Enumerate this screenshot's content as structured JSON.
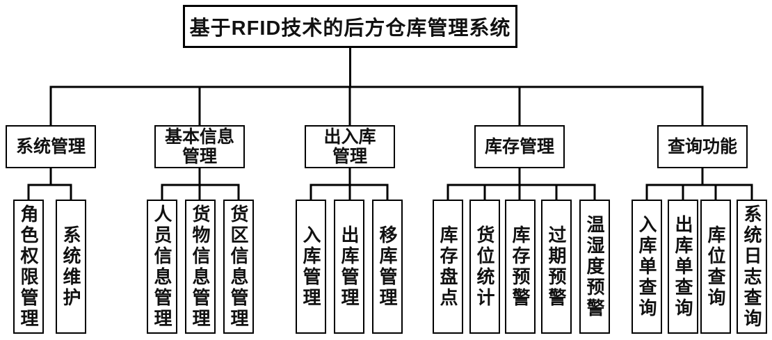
{
  "diagram": {
    "title": "基于RFID技术的后方仓库管理系统",
    "colors": {
      "line": "#000000",
      "box_border": "#000000",
      "box_background": "#ffffff",
      "text": "#111111",
      "page_background": "#ffffff"
    },
    "root": {
      "label": "基于RFID技术的后方仓库管理系统"
    },
    "branches": [
      {
        "label": "系统管理",
        "children": [
          {
            "label": "角色权限管理"
          },
          {
            "label": "系统维护"
          }
        ]
      },
      {
        "label": "基本信息\n管理",
        "children": [
          {
            "label": "人员信息管理"
          },
          {
            "label": "货物信息管理"
          },
          {
            "label": "货区信息管理"
          }
        ]
      },
      {
        "label": "出入库\n管理",
        "children": [
          {
            "label": "入库管理"
          },
          {
            "label": "出库管理"
          },
          {
            "label": "移库管理"
          }
        ]
      },
      {
        "label": "库存管理",
        "children": [
          {
            "label": "库存盘点"
          },
          {
            "label": "货位统计"
          },
          {
            "label": "库存预警"
          },
          {
            "label": "过期预警"
          },
          {
            "label": "温湿度预警"
          }
        ]
      },
      {
        "label": "查询功能",
        "children": [
          {
            "label": "入库单查询"
          },
          {
            "label": "出库单查询"
          },
          {
            "label": "库位查询"
          },
          {
            "label": "系统日志查询"
          }
        ]
      }
    ]
  }
}
